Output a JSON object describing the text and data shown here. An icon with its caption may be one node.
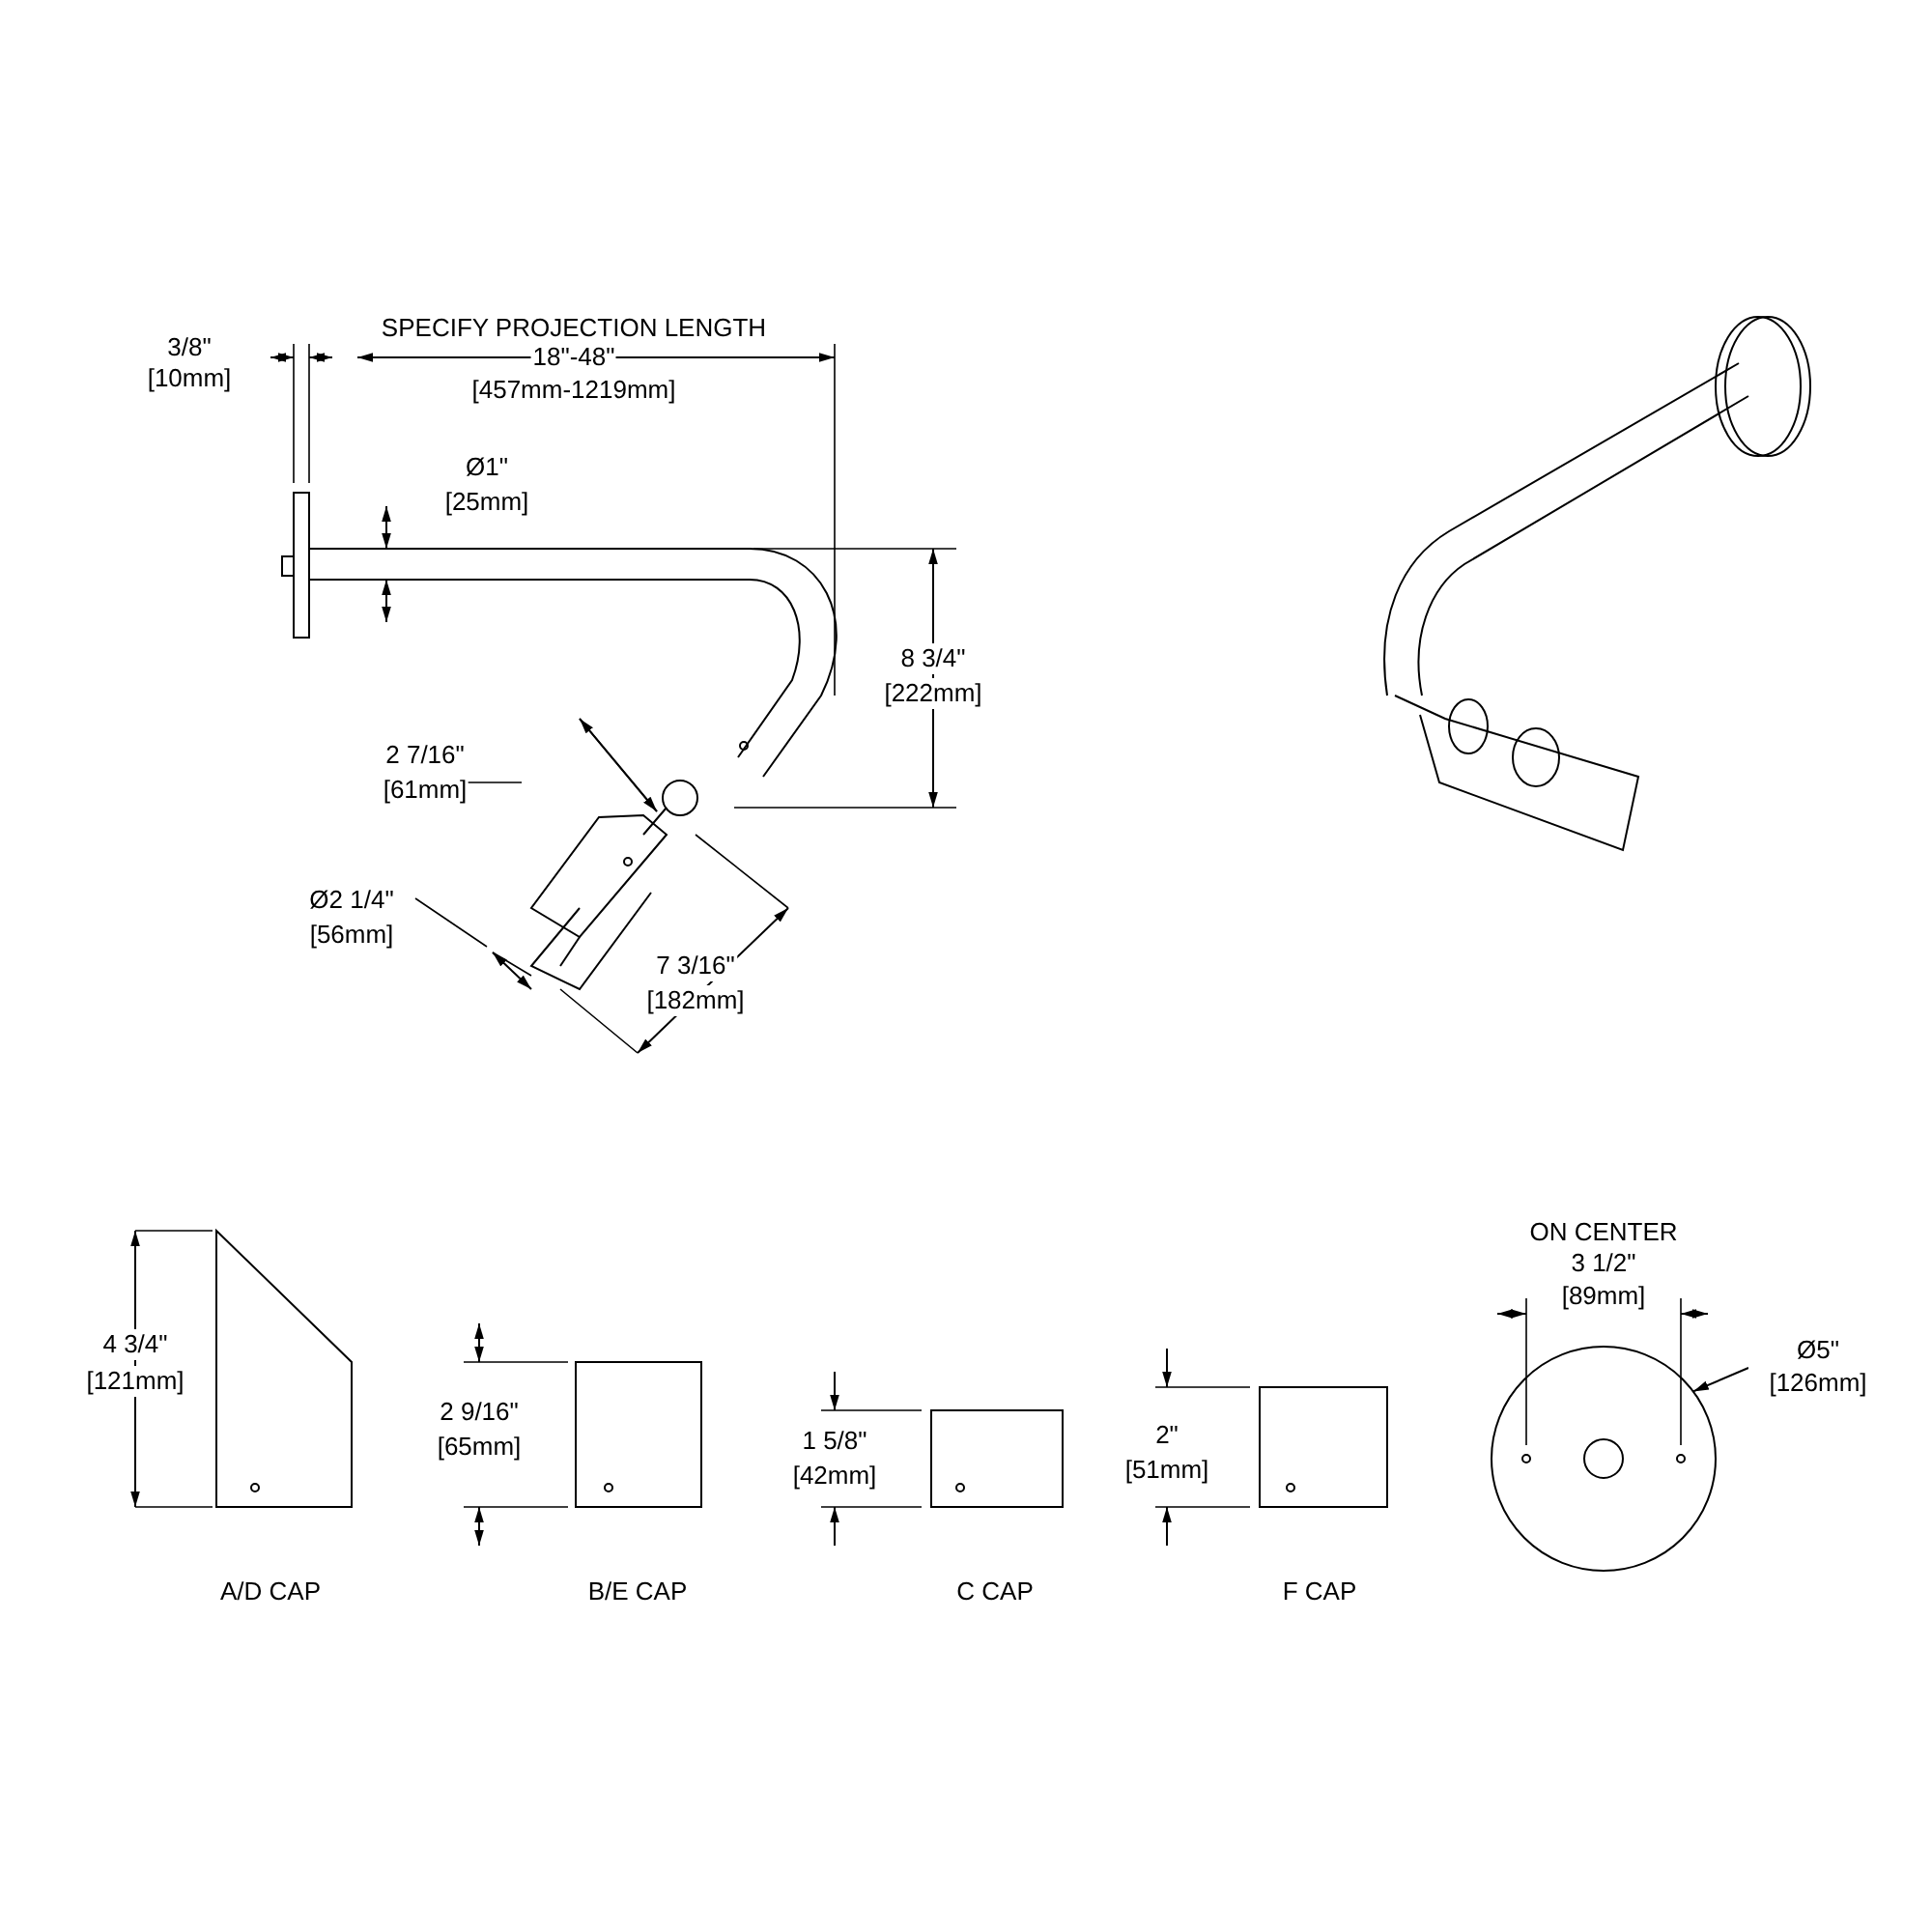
{
  "diagram": {
    "nodes": [
      {
        "text": [
          "Ø5\"",
          "[126mm]"
        ]
      },
      {
        "text": [],
        "shape": "circle"
      }
    ],
    "edges": [
      {
        "from": 0,
        "to": 1,
        "arrow": "to"
      }
    ],
    "labels": [
      "3/8\"",
      "[10mm]",
      "SPECIFY PROJECTION LENGTH",
      "18\"-48\"",
      "[457mm-1219mm]",
      "Ø1\"",
      "[25mm]",
      "8 3/4\"",
      "[222mm]",
      "2 7/16\"",
      "[61mm]",
      "Ø2 1/4\"",
      "[56mm]",
      "7 3/16\"",
      "[182mm]",
      "ON CENTER",
      "3 1/2\"",
      "[89mm]",
      "4 3/4\"",
      "[121mm]",
      "2 9/16\"",
      "[65mm]",
      "1 5/8\"",
      "[42mm]",
      "2\"",
      "[51mm]",
      "A/D CAP",
      "B/E CAP",
      "C CAP",
      "F CAP"
    ]
  }
}
